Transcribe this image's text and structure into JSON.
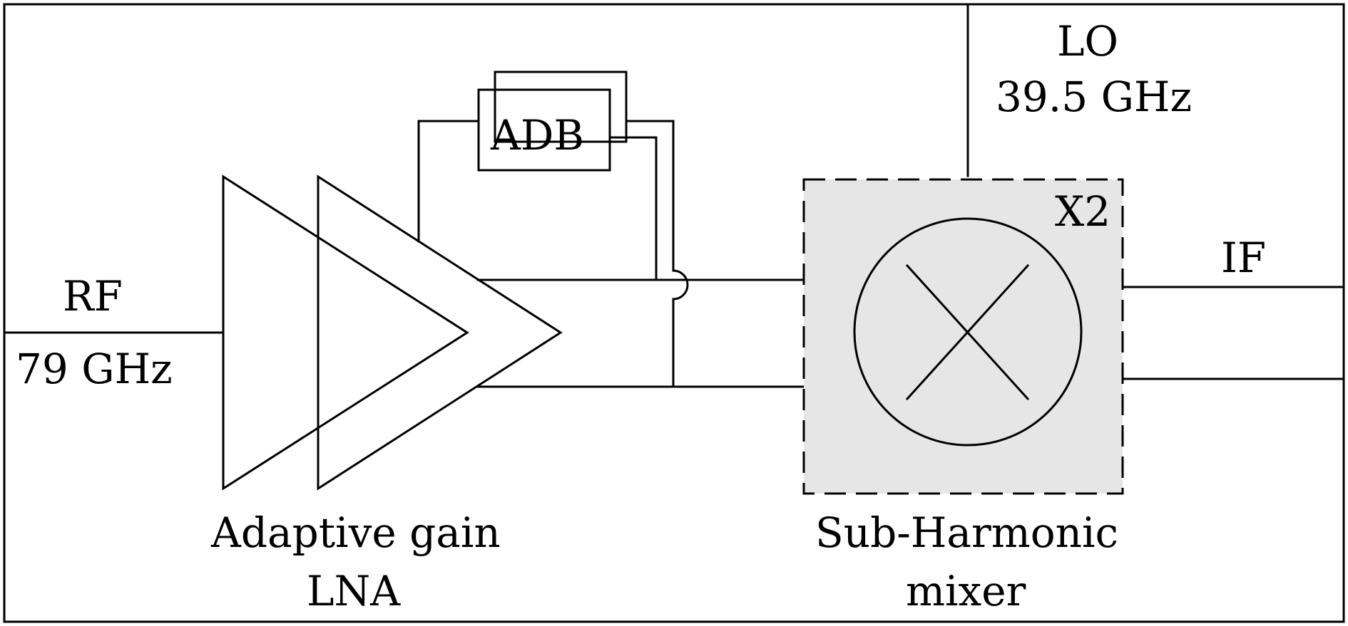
{
  "inputs": {
    "rf_label": "RF",
    "rf_freq": "79 GHz"
  },
  "lo": {
    "label": "LO",
    "freq": "39.5 GHz"
  },
  "output": {
    "label": "IF"
  },
  "adb": {
    "label": "ADB"
  },
  "lna": {
    "caption_line1": "Adaptive gain",
    "caption_line2": "LNA"
  },
  "mixer": {
    "multiplier": "X2",
    "caption_line1": "Sub-Harmonic",
    "caption_line2": "mixer"
  }
}
